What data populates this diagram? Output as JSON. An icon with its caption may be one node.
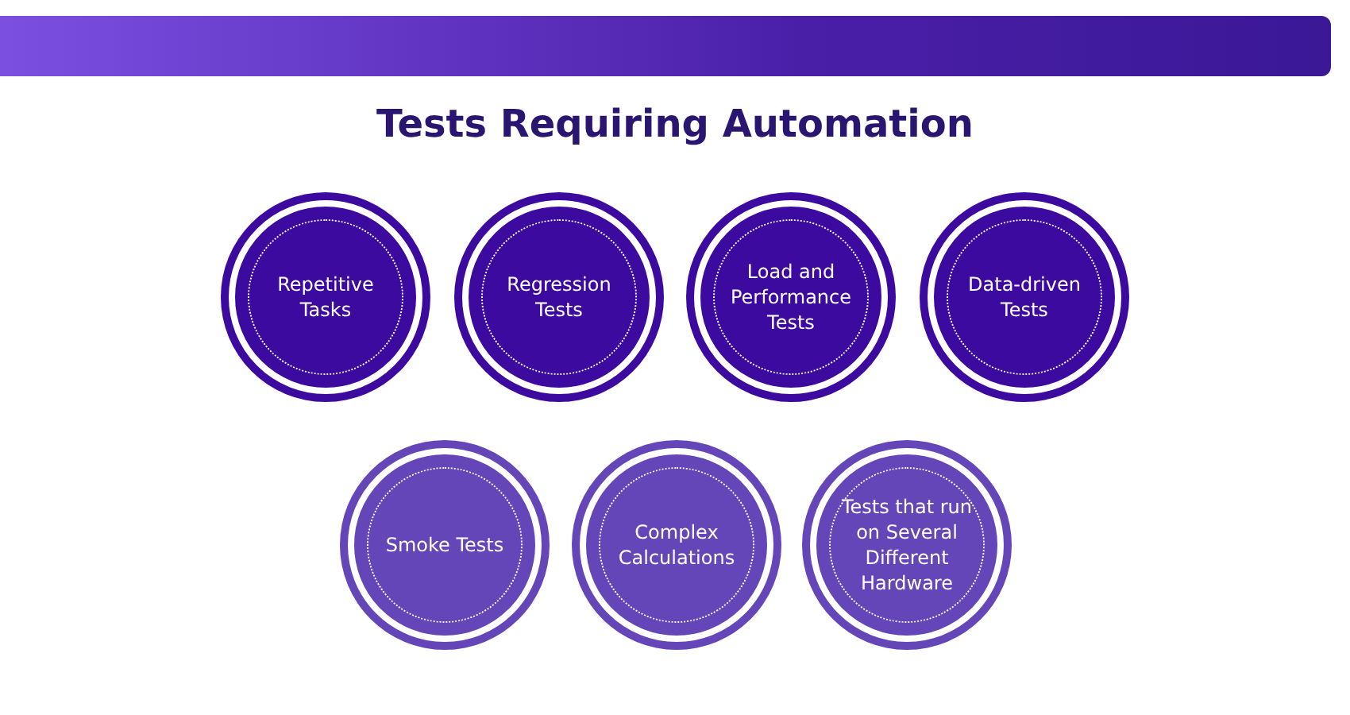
{
  "diagram": {
    "title": "Tests Requiring Automation",
    "nodes": [
      {
        "text": [
          "Repetitive Tasks"
        ]
      },
      {
        "text": [
          "Regression Tests"
        ]
      },
      {
        "text": [
          "Load and Performance Tests"
        ]
      },
      {
        "text": [
          "Data-driven Tests"
        ]
      },
      {
        "text": [
          "Smoke Tests"
        ]
      },
      {
        "text": [
          "Complex Calculations"
        ]
      },
      {
        "text": [
          "Tests that run on Several Different Hardware"
        ]
      }
    ],
    "edges": []
  }
}
